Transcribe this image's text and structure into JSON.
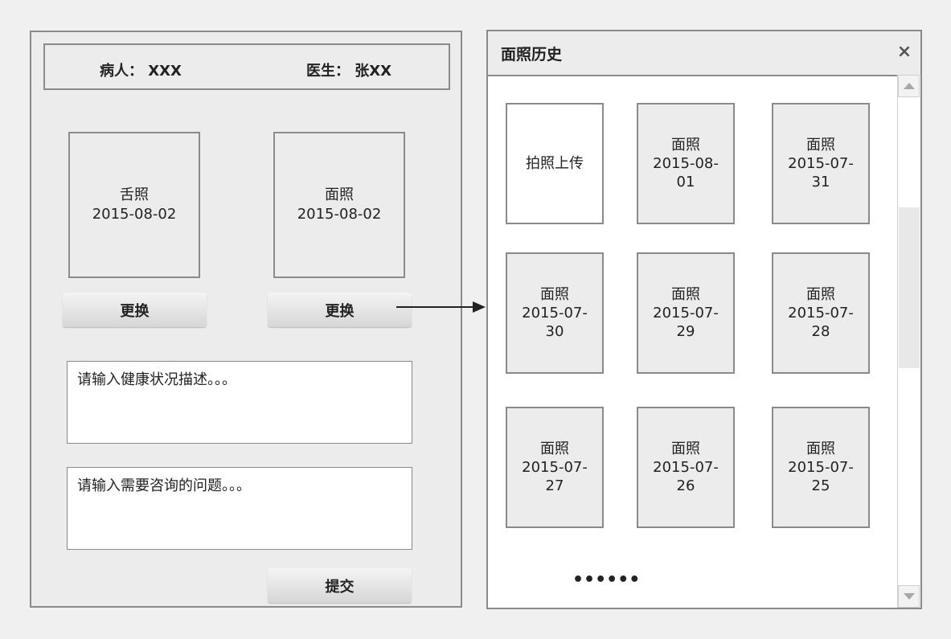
{
  "header": {
    "patient_label": "病人： XXX",
    "doctor_label": "医生： 张XX"
  },
  "photos": {
    "tongue": {
      "title": "舌照",
      "date": "2015-08-02"
    },
    "face": {
      "title": "面照",
      "date": "2015-08-02"
    },
    "change_label": "更换"
  },
  "form": {
    "health_placeholder": "请输入健康状况描述。。。",
    "question_placeholder": "请输入需要咨询的问题。。。",
    "submit_label": "提交"
  },
  "history": {
    "title": "面照历史",
    "close_label": "×",
    "upload_label": "拍照上传",
    "more_label": "••••••",
    "items": [
      {
        "title": "面照",
        "date": "2015-08-01"
      },
      {
        "title": "面照",
        "date": "2015-07-31"
      },
      {
        "title": "面照",
        "date": "2015-07-30"
      },
      {
        "title": "面照",
        "date": "2015-07-29"
      },
      {
        "title": "面照",
        "date": "2015-07-28"
      },
      {
        "title": "面照",
        "date": "2015-07-27"
      },
      {
        "title": "面照",
        "date": "2015-07-26"
      },
      {
        "title": "面照",
        "date": "2015-07-25"
      }
    ]
  }
}
